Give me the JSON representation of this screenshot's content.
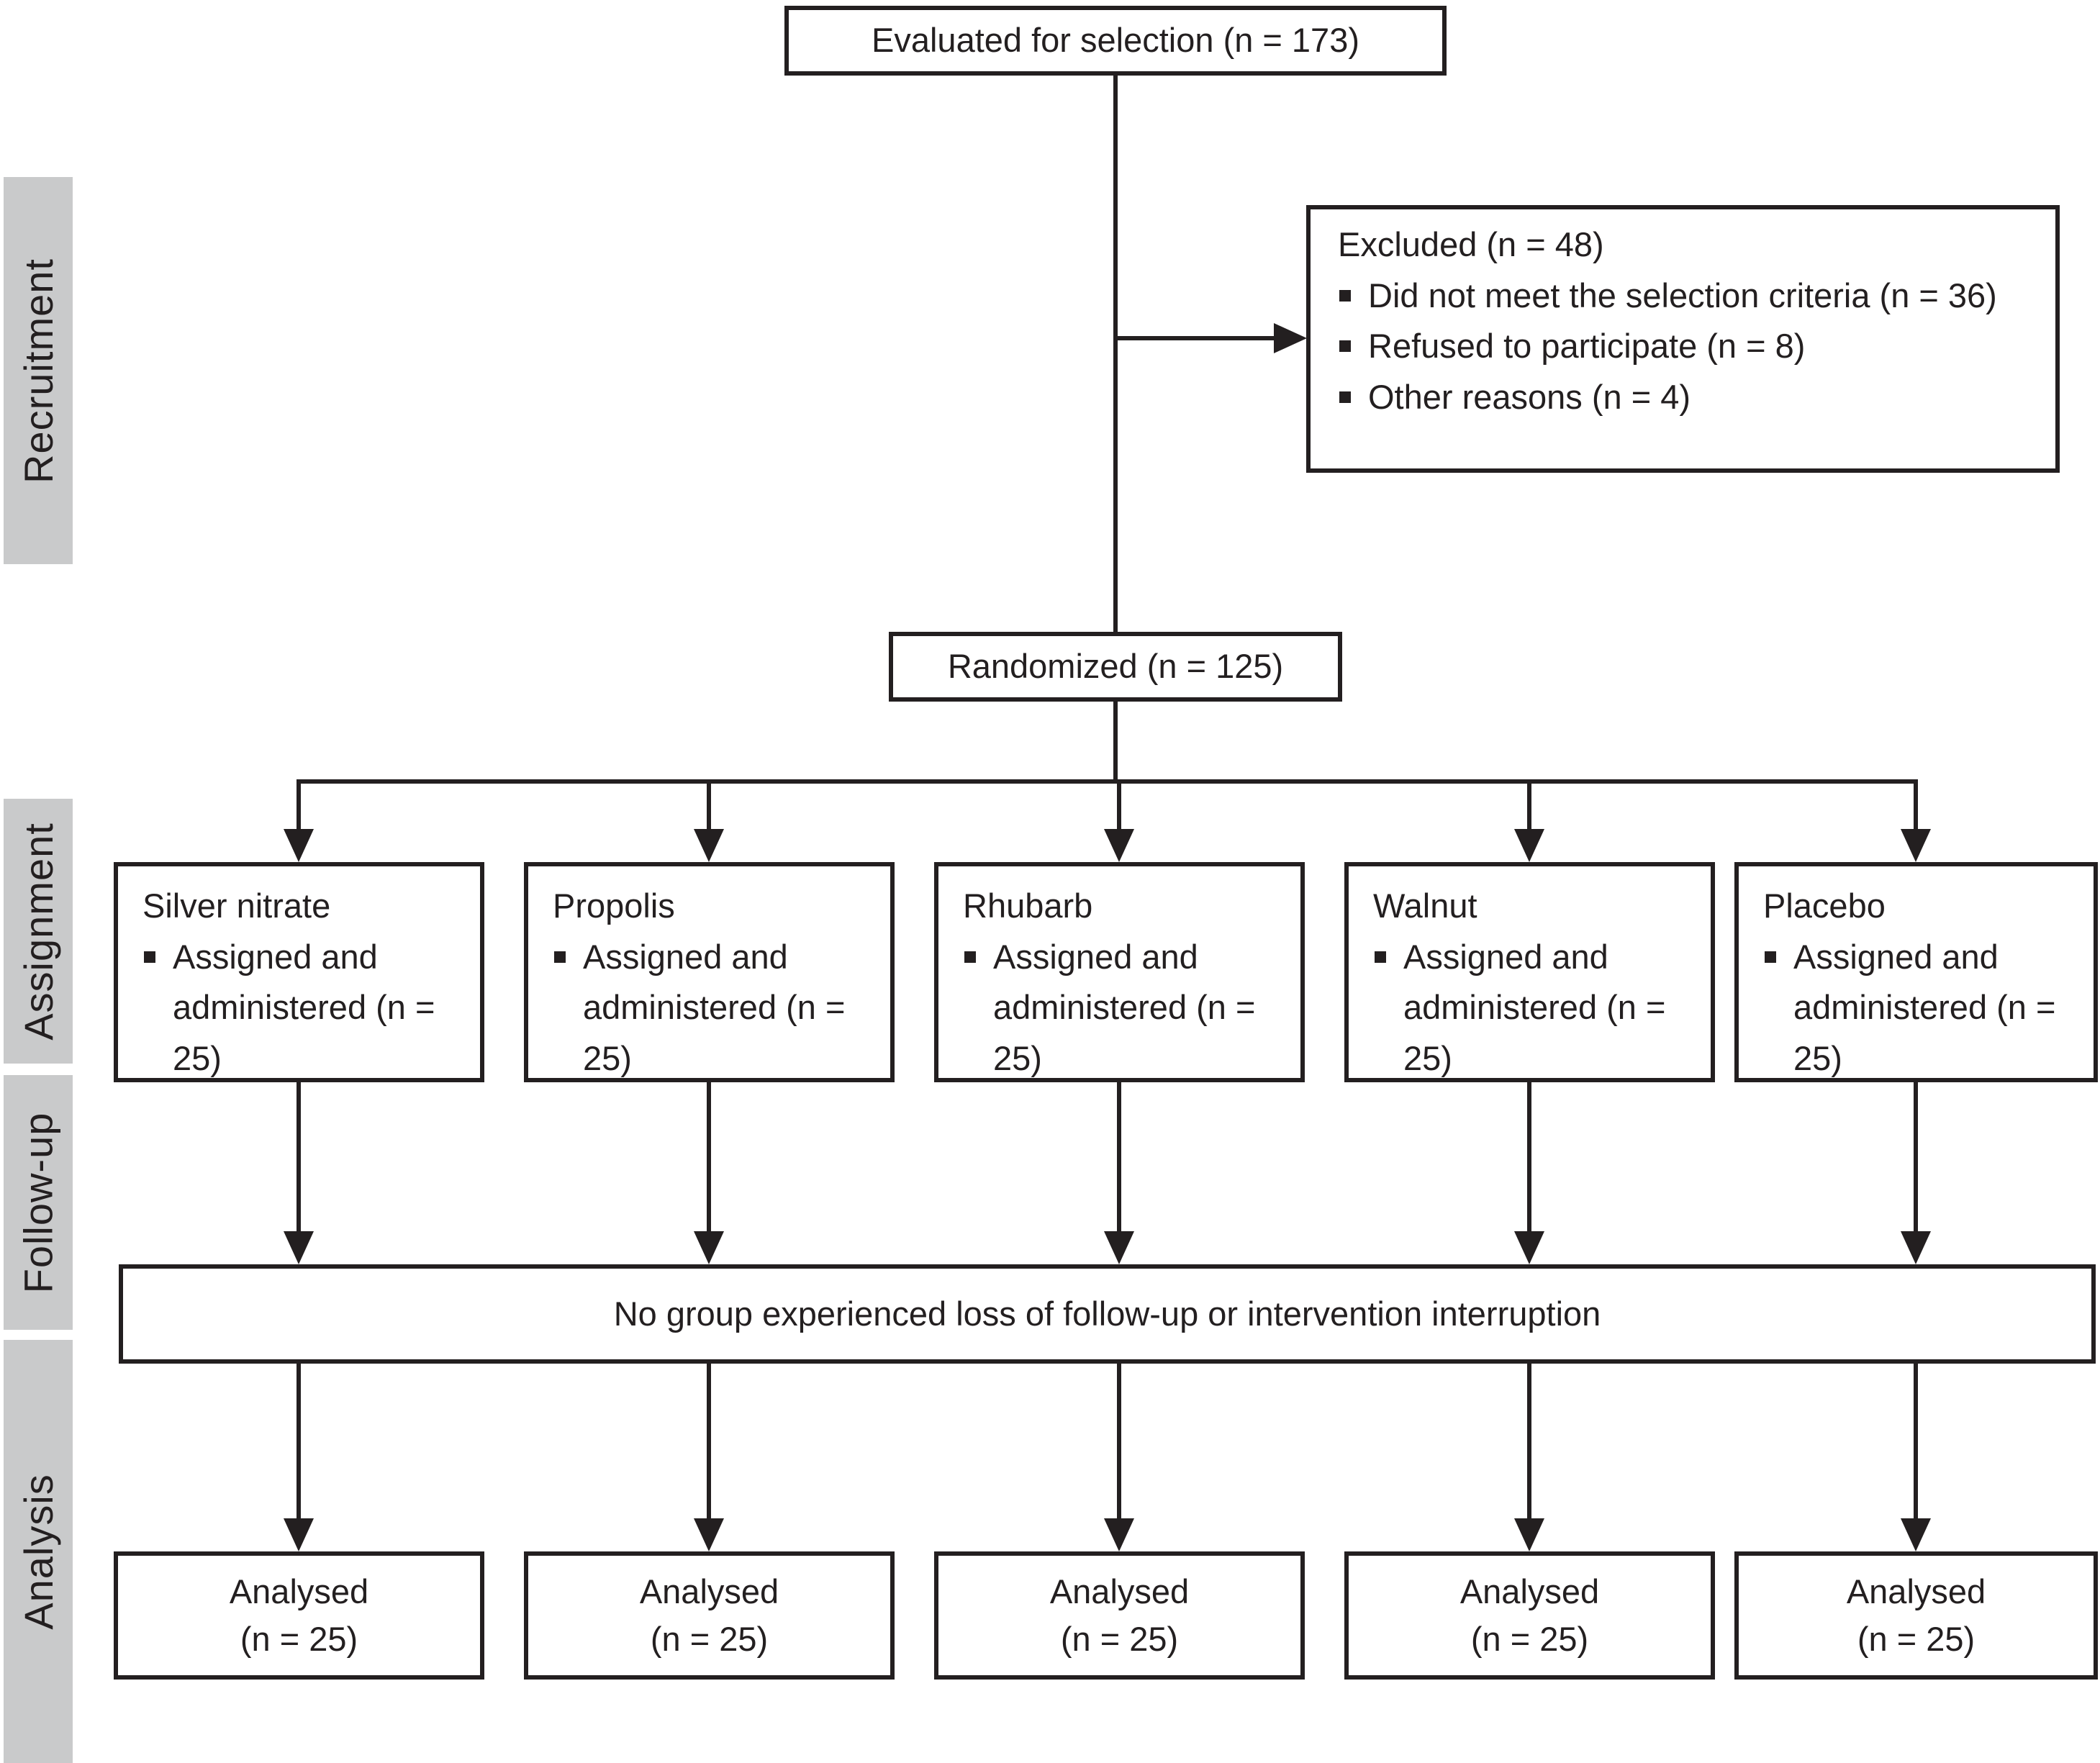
{
  "figure": {
    "colors": {
      "background": "#ffffff",
      "line_color": "#231f20",
      "stage_bar_color": "#c9cacb",
      "text_color": "#231f20"
    },
    "stages": [
      {
        "label": "Recruitment"
      },
      {
        "label": "Assignment"
      },
      {
        "label": "Follow-up"
      },
      {
        "label": "Analysis"
      }
    ],
    "boxes": {
      "evaluated": {
        "text": "Evaluated for selection (n = 173)"
      },
      "excluded": {
        "title": "Excluded (n = 48)",
        "items": [
          "Did not meet the selection criteria (n = 36)",
          "Refused to participate (n = 8)",
          "Other reasons (n = 4)"
        ]
      },
      "randomized": {
        "text": "Randomized (n = 125)"
      },
      "groups": [
        {
          "title": "Silver nitrate",
          "bullet": "Assigned and administered (n = 25)"
        },
        {
          "title": "Propolis",
          "bullet": "Assigned and administered (n = 25)"
        },
        {
          "title": "Rhubarb",
          "bullet": "Assigned and administered (n = 25)"
        },
        {
          "title": "Walnut",
          "bullet": "Assigned and administered (n = 25)"
        },
        {
          "title": "Placebo",
          "bullet": "Assigned and administered (n = 25)"
        }
      ],
      "followup": {
        "text": "No group experienced loss of follow-up or intervention interruption"
      },
      "analysed": [
        {
          "title": "Analysed",
          "n": "(n = 25)"
        },
        {
          "title": "Analysed",
          "n": "(n = 25)"
        },
        {
          "title": "Analysed",
          "n": "(n = 25)"
        },
        {
          "title": "Analysed",
          "n": "(n = 25)"
        },
        {
          "title": "Analysed",
          "n": "(n = 25)"
        }
      ]
    }
  }
}
